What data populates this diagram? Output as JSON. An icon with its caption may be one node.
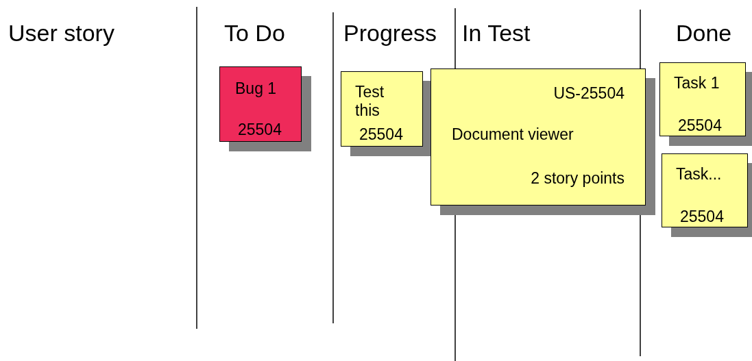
{
  "diagram": {
    "nodes": [
      {
        "text": [
          "Bug 1",
          "25504"
        ]
      },
      {
        "text": [
          "Test this",
          "25504"
        ]
      },
      {
        "text": [
          "US-25504",
          "Document viewer",
          "2 story points"
        ]
      },
      {
        "text": [
          "Task 1",
          "25504"
        ]
      },
      {
        "text": [
          "Task...",
          "25504"
        ]
      }
    ],
    "labels": [
      "User story",
      "To Do",
      "Progress",
      "In Test",
      "Done"
    ]
  }
}
